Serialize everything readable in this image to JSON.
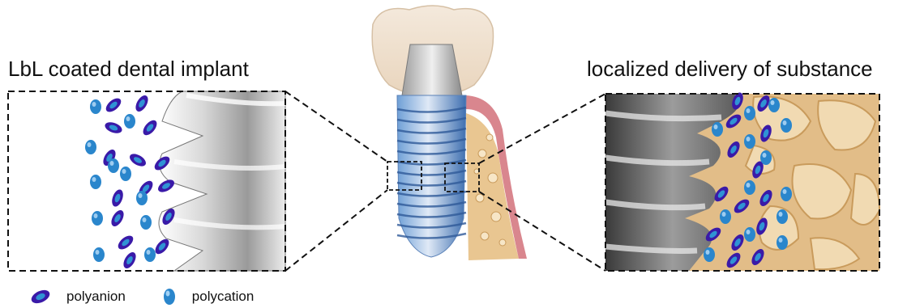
{
  "panels": {
    "left_title": "LbL coated dental implant",
    "right_title": "localized delivery of substance"
  },
  "legend": {
    "polyanion": "polyanion",
    "polycation": "polycation"
  },
  "colors": {
    "polyanion_outer": "#3a1aa8",
    "polyanion_inner": "#2f93d4",
    "polycation": "#2a86cc",
    "bone": "#e9c691",
    "gum": "#d9868e",
    "crown": "#f1e3cf"
  }
}
